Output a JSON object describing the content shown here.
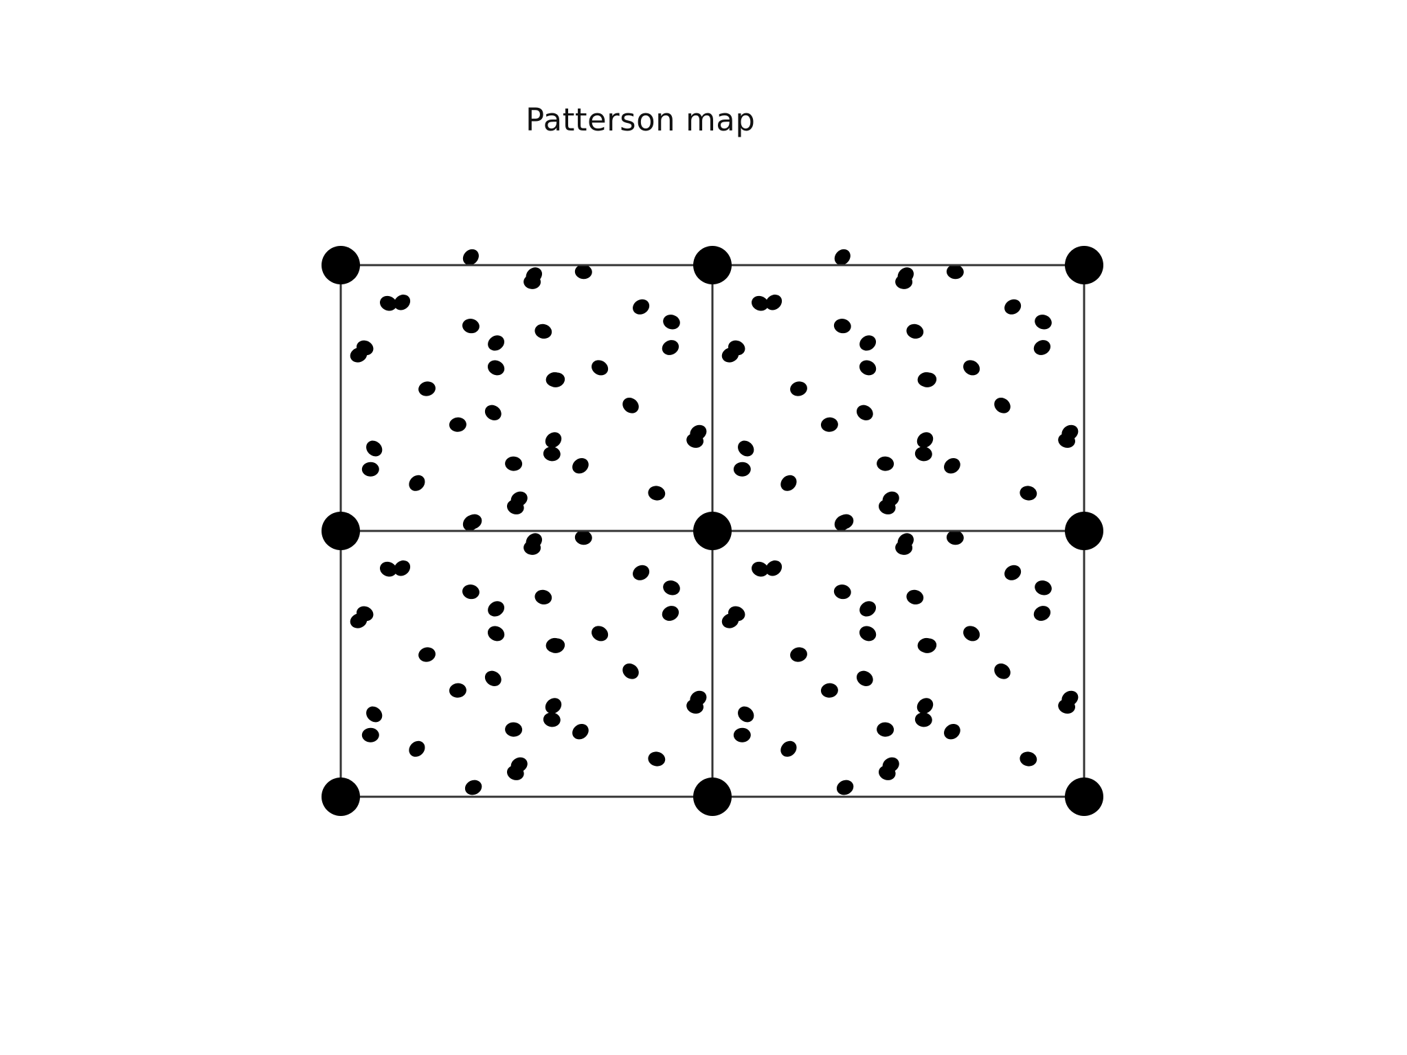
{
  "title": "Patterson map",
  "colors": {
    "background": "#ffffff",
    "lines": "#333333",
    "peaks": "#000000"
  },
  "grid": {
    "cells_across": 2,
    "cells_down": 2
  },
  "origin_peak_icon": "large-filled-circle",
  "cell_peaks": [
    [
      0.35,
      -0.03
    ],
    [
      0.515,
      0.063
    ],
    [
      0.52,
      0.038
    ],
    [
      0.653,
      0.025
    ],
    [
      0.165,
      0.14
    ],
    [
      0.35,
      0.229
    ],
    [
      0.418,
      0.293
    ],
    [
      0.545,
      0.249
    ],
    [
      0.808,
      0.157
    ],
    [
      0.89,
      0.214
    ],
    [
      0.887,
      0.31
    ],
    [
      0.065,
      0.311
    ],
    [
      0.048,
      0.338
    ],
    [
      0.418,
      0.386
    ],
    [
      0.58,
      0.432
    ],
    [
      0.697,
      0.386
    ],
    [
      0.232,
      0.465
    ],
    [
      0.41,
      0.555
    ],
    [
      0.575,
      0.43
    ],
    [
      0.78,
      0.528
    ],
    [
      0.315,
      0.6
    ],
    [
      0.09,
      0.69
    ],
    [
      0.08,
      0.768
    ],
    [
      0.205,
      0.82
    ],
    [
      0.465,
      0.747
    ],
    [
      0.572,
      0.658
    ],
    [
      0.568,
      0.71
    ],
    [
      0.645,
      0.755
    ],
    [
      0.85,
      0.858
    ],
    [
      0.962,
      0.63
    ],
    [
      0.953,
      0.66
    ],
    [
      0.48,
      0.88
    ],
    [
      0.47,
      0.91
    ],
    [
      0.357,
      0.965
    ],
    [
      0.128,
      0.144
    ]
  ]
}
